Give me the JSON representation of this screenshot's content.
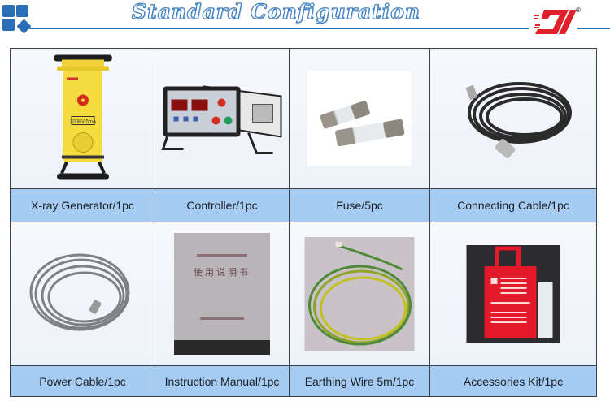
{
  "header": {
    "title": "Standard Configuration",
    "brand_logo": "ZY",
    "registered_mark": "®",
    "colors": {
      "accent_blue": "#2a6fb5",
      "brand_red": "#e0202a",
      "label_bg": "#a6ccf3"
    }
  },
  "items": [
    {
      "label": "X-ray Generator/1pc",
      "icon": "xray-generator"
    },
    {
      "label": "Controller/1pc",
      "icon": "controller"
    },
    {
      "label": "Fuse/5pc",
      "icon": "fuse"
    },
    {
      "label": "Connecting Cable/1pc",
      "icon": "connecting-cable"
    },
    {
      "label": "Power Cable/1pc",
      "icon": "power-cable"
    },
    {
      "label": "Instruction Manual/1pc",
      "icon": "instruction-manual"
    },
    {
      "label": "Earthing Wire 5m/1pc",
      "icon": "earthing-wire"
    },
    {
      "label": "Accessories Kit/1pc",
      "icon": "accessories-kit"
    }
  ],
  "product_details": {
    "xray_generator_rating": "300KV 5mA",
    "manual_cover_title": "使用说明书"
  }
}
